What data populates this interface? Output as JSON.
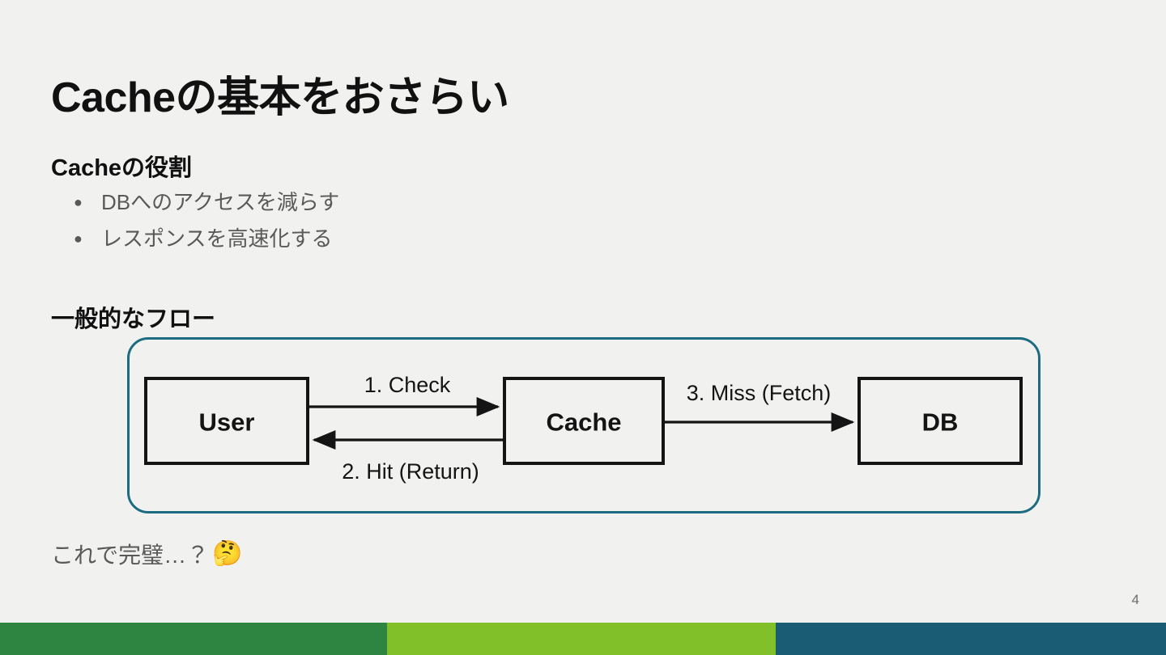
{
  "slide": {
    "title": "Cacheの基本をおさらい",
    "background_color": "#f1f2f0",
    "page_number": "4"
  },
  "sections": {
    "role_heading": "Cacheの役割",
    "bullets": [
      {
        "marker": "●",
        "text": "DBへのアクセスを減らす"
      },
      {
        "marker": "●",
        "text": "レスポンスを高速化する"
      }
    ],
    "flow_heading": "一般的なフロー",
    "closing_text": "これで完璧…？",
    "closing_emoji": "🤔"
  },
  "diagram": {
    "border_color": "#1d6b80",
    "nodes": [
      {
        "id": "user",
        "label": "User"
      },
      {
        "id": "cache",
        "label": "Cache"
      },
      {
        "id": "db",
        "label": "DB"
      }
    ],
    "edges": [
      {
        "id": "check",
        "label": "1. Check",
        "from": "user",
        "to": "cache"
      },
      {
        "id": "hit",
        "label": "2. Hit (Return)",
        "from": "cache",
        "to": "user"
      },
      {
        "id": "miss",
        "label": "3. Miss (Fetch)",
        "from": "cache",
        "to": "db"
      }
    ]
  },
  "footer": {
    "bands": [
      {
        "name": "band-dark-green",
        "color": "#2d8541"
      },
      {
        "name": "band-light-green",
        "color": "#82c029"
      },
      {
        "name": "band-teal",
        "color": "#195c73"
      }
    ]
  }
}
